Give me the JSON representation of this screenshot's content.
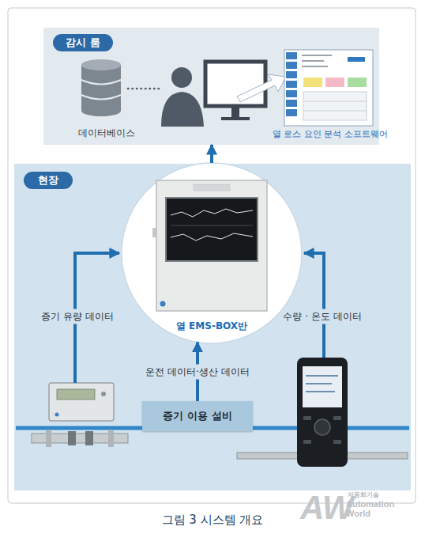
{
  "diagram": {
    "caption": "그림 3 시스템 개요",
    "nodes": [
      {
        "text": [
          "감시 룸"
        ]
      },
      {
        "text": [
          "데이터베이스"
        ],
        "in": 0
      },
      {
        "text": [
          "열 로스 요인 분석 소프트웨어"
        ],
        "in": 0
      },
      {
        "text": [
          "현장"
        ]
      },
      {
        "text": [
          "열 EMS-BOX반"
        ],
        "in": 3
      },
      {
        "text": [
          "증기 이용 설비"
        ],
        "in": 3
      }
    ],
    "edges": [
      {
        "from": 4,
        "to": 0,
        "arrow": "to"
      },
      {
        "from": 5,
        "to": 4,
        "label": "운전 데이터·생산 데이터",
        "arrow": "to"
      }
    ],
    "labels": [
      "증기 유량 데이터",
      "수량 · 온도 데이터",
      "AW",
      "자동화기술",
      "Automation World"
    ]
  }
}
